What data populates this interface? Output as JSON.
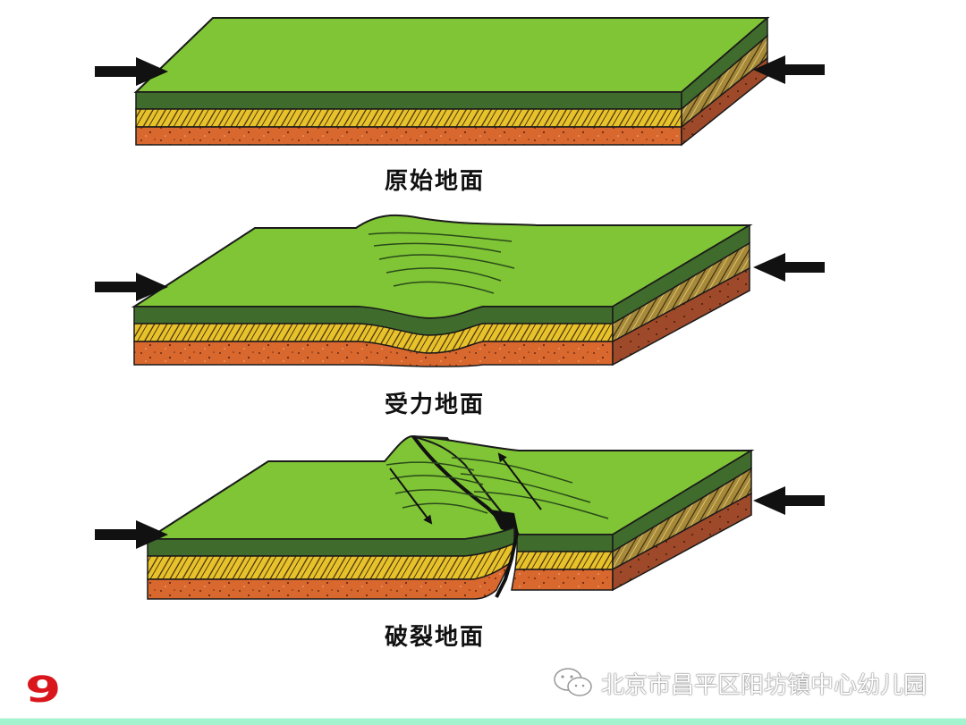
{
  "slide": {
    "page_number": "9",
    "watermark": {
      "icon": "wechat-icon",
      "text": "北京市昌平区阳坊镇中心幼儿园"
    },
    "panels": [
      {
        "caption": "原始地面",
        "state": "original"
      },
      {
        "caption": "受力地面",
        "state": "compressed"
      },
      {
        "caption": "破裂地面",
        "state": "fractured"
      }
    ],
    "arrows": {
      "left": "arrow-right-icon",
      "right": "arrow-left-icon"
    },
    "colors": {
      "surface_top": "#7fc535",
      "surface_side": "#3f6b2d",
      "sandstone": "#e8c22a",
      "sandstone_shadow": "#a68a3a",
      "clay": "#d9682f",
      "clay_shadow": "#9e4a2a",
      "outline": "#1a1a1a",
      "page_number": "#d8161b",
      "bottom_band": "#a4f3cf"
    }
  }
}
